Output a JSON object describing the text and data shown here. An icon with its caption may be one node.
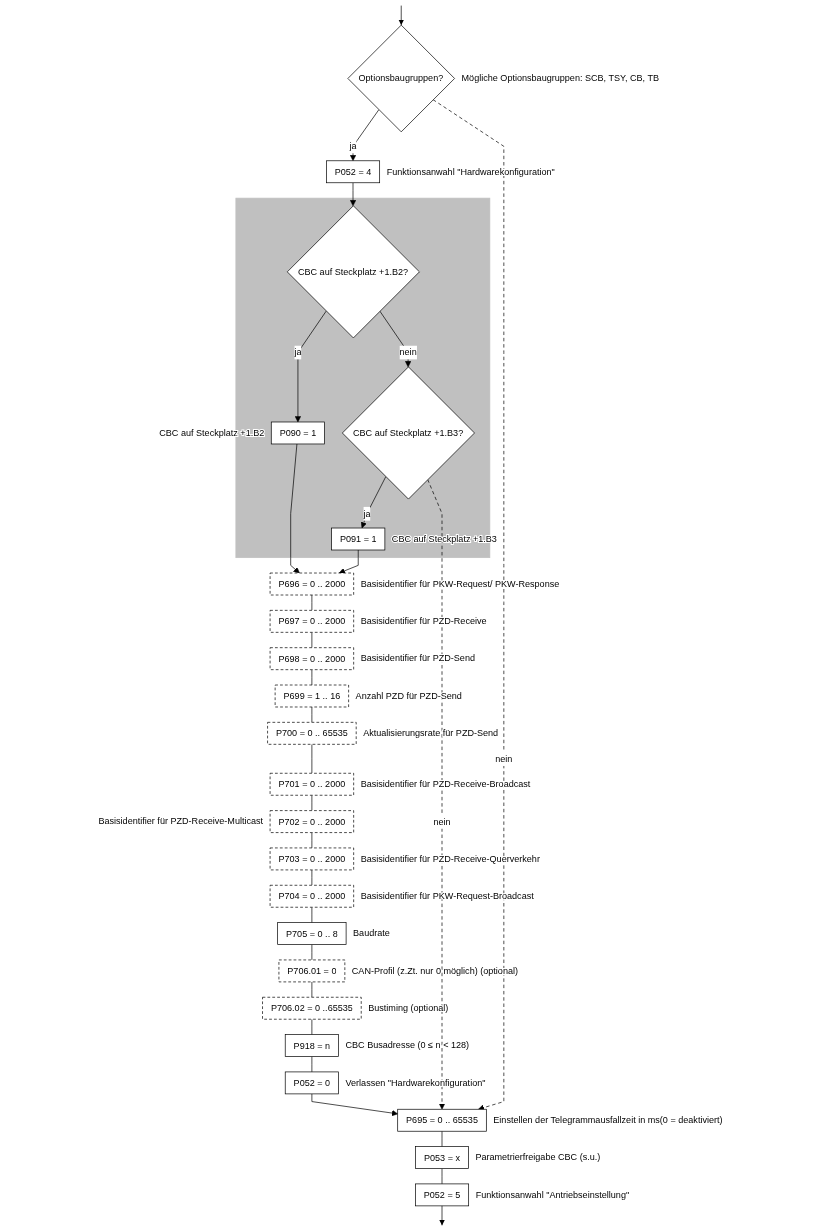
{
  "diagram": {
    "nodes": [
      {
        "text": [
          "Optionsbaugruppen?"
        ],
        "beside": [
          "Mögliche Optionsbaugruppen: SCB, TSY, CB, TB"
        ]
      },
      {
        "text": [
          "P052 = 4"
        ],
        "beside": [
          "Funktionsanwahl \"Hardwarekonfiguration\""
        ]
      },
      {
        "text": [],
        "shape": "box"
      },
      {
        "text": [
          "CBC auf Steckplatz +1.B2?"
        ],
        "in": 2
      },
      {
        "text": [
          "P090 = 1"
        ],
        "in": 2,
        "beside": [
          "CBC auf Steckplatz +1.B2"
        ]
      },
      {
        "text": [
          "CBC auf Steckplatz +1.B3?"
        ],
        "in": 2
      },
      {
        "text": [
          "P091 = 1"
        ],
        "in": 2,
        "beside": [
          "CBC auf Steckplatz +1.B3"
        ]
      },
      {
        "text": [
          "P696 = 0  .. 2000"
        ],
        "beside": [
          "Basisidentifier für PKW-Request/ PKW-Response"
        ]
      },
      {
        "text": [
          "P697 = 0 .. 2000"
        ],
        "beside": [
          "Basisidentifier für PZD-Receive"
        ]
      },
      {
        "text": [
          "P698 = 0 .. 2000"
        ],
        "beside": [
          "Basisidentifier für PZD-Send"
        ]
      },
      {
        "text": [
          "P699 = 1 .. 16"
        ],
        "beside": [
          "Anzahl PZD für PZD-Send"
        ]
      },
      {
        "text": [
          "P700 = 0 .. 65535"
        ],
        "beside": [
          "Aktualisierungsrate für PZD-Send"
        ]
      },
      {
        "text": [
          "P701 = 0 .. 2000"
        ],
        "beside": [
          "Basisidentifier für PZD-Receive-Broadcast"
        ]
      },
      {
        "text": [
          "P702 = 0 .. 2000"
        ],
        "beside": [
          "Basisidentifier für PZD-Receive-Multicast"
        ]
      },
      {
        "text": [
          "P703 = 0 .. 2000"
        ],
        "beside": [
          "Basisidentifier für PZD-Receive-Querverkehr"
        ]
      },
      {
        "text": [
          "P704 = 0 .. 2000"
        ],
        "beside": [
          "Basisidentifier für PKW-Request-Broadcast"
        ]
      },
      {
        "text": [
          "P705 = 0 .. 8"
        ],
        "beside": [
          "Baudrate"
        ]
      },
      {
        "text": [
          "P706.01 = 0"
        ],
        "beside": [
          "CAN-Profil (z.Zt. nur 0 möglich) (optional)"
        ]
      },
      {
        "text": [
          "P706.02 = 0 ..65535"
        ],
        "beside": [
          "Bustiming (optional)"
        ]
      },
      {
        "text": [
          "P918 = n"
        ],
        "beside": [
          "CBC Busadresse (0 ≤ n < 128)"
        ]
      },
      {
        "text": [
          "P052 = 0"
        ],
        "beside": [
          "Verlassen \"Hardwarekonfiguration\""
        ]
      },
      {
        "text": [
          "P695 = 0 .. 65535"
        ],
        "beside": [
          "Einstellen der Telegrammausfallzeit in ms(0 = deaktiviert)"
        ]
      },
      {
        "text": [
          "P053 = x"
        ],
        "beside": [
          "Parametrierfreigabe CBC (s.u.)"
        ]
      },
      {
        "text": [
          "P052 = 5"
        ],
        "beside": [
          "Funktionsanwahl \"Antriebseinstellung\""
        ]
      }
    ],
    "edges": [
      {
        "from": null,
        "to": 0,
        "arrow": "to"
      },
      {
        "from": 0,
        "to": 1,
        "arrow": "to",
        "label": "ja"
      },
      {
        "from": 0,
        "to": 21,
        "arrow": "to",
        "label": "nein",
        "style": "dashed"
      },
      {
        "from": 1,
        "to": 3,
        "arrow": "to"
      },
      {
        "from": 3,
        "to": 4,
        "arrow": "to",
        "label": "ja"
      },
      {
        "from": 3,
        "to": 5,
        "arrow": "to",
        "label": "nein"
      },
      {
        "from": 5,
        "to": 6,
        "arrow": "to",
        "label": "ja"
      },
      {
        "from": 5,
        "to": 21,
        "arrow": "to",
        "label": "nein",
        "style": "dashed"
      },
      {
        "from": 4,
        "to": 7,
        "arrow": "to"
      },
      {
        "from": 6,
        "to": 7,
        "arrow": "to"
      },
      {
        "from": 7,
        "to": 8,
        "arrow": "none"
      },
      {
        "from": 8,
        "to": 9,
        "arrow": "none"
      },
      {
        "from": 9,
        "to": 10,
        "arrow": "none"
      },
      {
        "from": 10,
        "to": 11,
        "arrow": "none"
      },
      {
        "from": 11,
        "to": 12,
        "arrow": "none"
      },
      {
        "from": 12,
        "to": 13,
        "arrow": "none"
      },
      {
        "from": 13,
        "to": 14,
        "arrow": "none"
      },
      {
        "from": 14,
        "to": 15,
        "arrow": "none"
      },
      {
        "from": 15,
        "to": 16,
        "arrow": "none"
      },
      {
        "from": 16,
        "to": 17,
        "arrow": "none"
      },
      {
        "from": 17,
        "to": 18,
        "arrow": "none"
      },
      {
        "from": 18,
        "to": 19,
        "arrow": "none"
      },
      {
        "from": 19,
        "to": 20,
        "arrow": "none"
      },
      {
        "from": 20,
        "to": 21,
        "arrow": "to"
      },
      {
        "from": 21,
        "to": 22,
        "arrow": "none"
      },
      {
        "from": 22,
        "to": 23,
        "arrow": "none"
      },
      {
        "from": 23,
        "to": null,
        "arrow": "to"
      }
    ]
  }
}
